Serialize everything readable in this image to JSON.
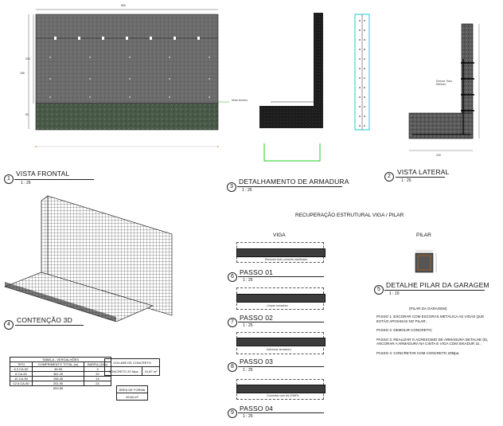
{
  "views": {
    "frontal": {
      "num": "1",
      "title": "VISTA FRONTAL",
      "scale": "1 : 25",
      "dim_top": "560",
      "dim_left": "185",
      "dim_mid": "330",
      "dim_low": "60",
      "label_terreno": "Nível terreno"
    },
    "armadura": {
      "num": "3",
      "title": "DETALHAMENTO DE ARMADURA",
      "scale": "1 : 25"
    },
    "lateral": {
      "num": "2",
      "title": "VISTA LATERAL",
      "scale": "1 : 25",
      "label_dreno": "Drenos Tubo Ø40mm",
      "dim_bottom": "200"
    },
    "contencao": {
      "num": "4",
      "title": "CONTENÇÃO 3D"
    },
    "garagem": {
      "num": "5",
      "title": "DETALHE PILAR DA GARAGEM",
      "scale": "1 : 10"
    }
  },
  "recuperacao": {
    "title": "RECUPERAÇÃO ESTRUTURAL VIGA / PILAR",
    "viga_label": "VIGA",
    "pilar_label": "PILAR",
    "passos": [
      {
        "num": "6",
        "title": "PASSO 01",
        "scale": "1 : 25",
        "note": "Remover todo concreto danificado"
      },
      {
        "num": "7",
        "title": "PASSO 02",
        "scale": "1 : 25",
        "note": "Limpar armadura"
      },
      {
        "num": "8",
        "title": "PASSO 03",
        "scale": "1 : 25",
        "note": "Adicionar armadura"
      },
      {
        "num": "9",
        "title": "PASSO 04",
        "scale": "1 : 25",
        "note": "Concretar com fck 20MPa"
      }
    ],
    "pilar_heading": "(PILAR DA GARAGEM)",
    "steps": [
      "PASSO 1: ESCORAR COM ESCORAS METÁLICA AS VIGAS QUE ESTÃO APOIADAS NO PILAR;",
      "PASSO 2: DEMOLIR CONCRETO;",
      "PASSO 3: REALIZAR O ACRESCIMO DE ARMADURA DETALHE (5), ANCORAR A ARMADURA NA CINTA E VIGA COM SIKADUR 31 ;",
      "PASSO 4: CONCRETAR COM CONCRETO 20Mpa."
    ]
  },
  "tabela": {
    "title": "TABELA - VERGALHÕES",
    "headers": [
      "TIPO",
      "COMPRIMENTO TOTAL (m)",
      "BARRA (12m)"
    ],
    "rows": [
      [
        "6.3 CA-50",
        "38.50",
        "3"
      ],
      [
        "8 CA-50",
        "381.25",
        "32"
      ],
      [
        "10 CA-50",
        "156.45",
        "14"
      ],
      [
        "12.5 CA-50",
        "291.90",
        "24"
      ]
    ],
    "total": "653.85"
  },
  "volume": {
    "title": "VOLUME DE CONCRETO",
    "label": "CONCRETO 20 Mpa",
    "value": "10,87 m³"
  },
  "forma": {
    "title": "ÁREA DE FORMA",
    "value": "49,64 m²"
  }
}
